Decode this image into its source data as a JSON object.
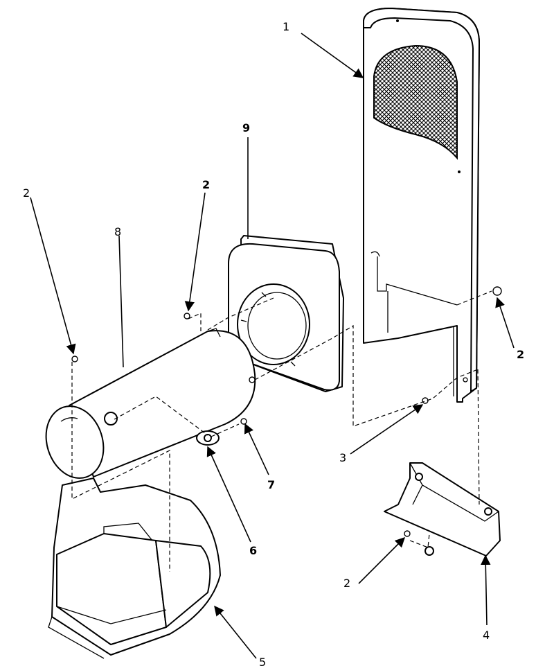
{
  "callouts": [
    {
      "id": "c1",
      "text": "1"
    },
    {
      "id": "c2a",
      "text": "2"
    },
    {
      "id": "c2b",
      "text": "2"
    },
    {
      "id": "c2c",
      "text": "2"
    },
    {
      "id": "c2d",
      "text": "2"
    },
    {
      "id": "c3",
      "text": "3"
    },
    {
      "id": "c4",
      "text": "4"
    },
    {
      "id": "c5",
      "text": "5"
    },
    {
      "id": "c6",
      "text": "6"
    },
    {
      "id": "c7",
      "text": "7"
    },
    {
      "id": "c8",
      "text": "8"
    },
    {
      "id": "c9",
      "text": "9"
    }
  ]
}
